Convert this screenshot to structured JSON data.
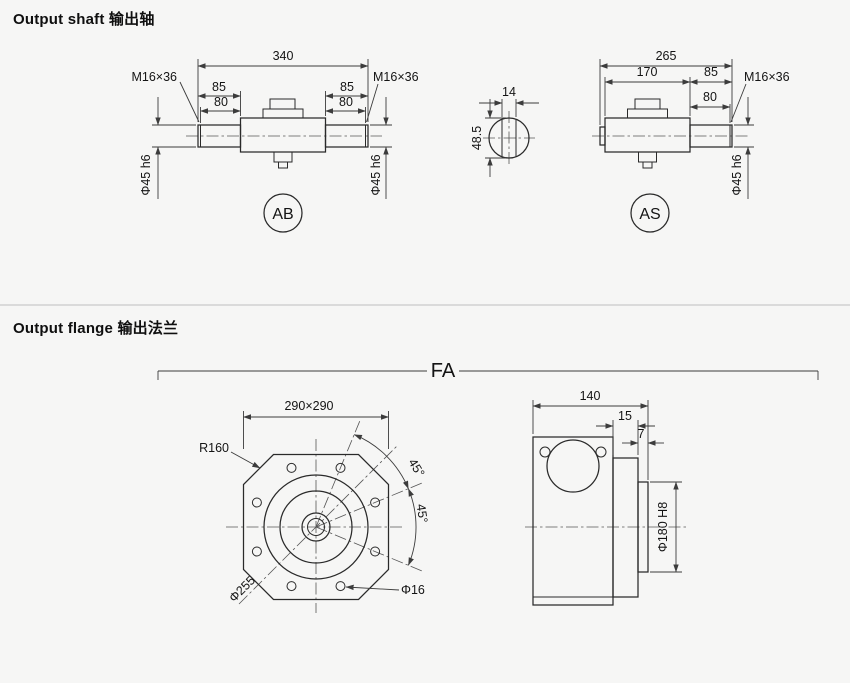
{
  "colors": {
    "background": "#f6f6f5",
    "line": "#2a2a2a"
  },
  "shaft_section": {
    "title": "Output shaft 输出轴",
    "ab": {
      "label": "AB",
      "overall": "340",
      "thread_left": "M16×36",
      "thread_right": "M16×36",
      "len_85_left": "85",
      "len_80_left": "80",
      "len_85_right": "85",
      "len_80_right": "80",
      "dia_left": "Φ45 h6",
      "dia_right": "Φ45 h6"
    },
    "key_section": {
      "key_width": "14",
      "shaft_key_height": "48.5"
    },
    "as": {
      "label": "AS",
      "overall": "265",
      "len_170": "170",
      "len_85": "85",
      "len_80": "80",
      "thread": "M16×36",
      "dia": "Φ45 h6"
    }
  },
  "flange_section": {
    "title": "Output flange 输出法兰",
    "fa_label": "FA",
    "front": {
      "square": "290×290",
      "corner_radius": "R160",
      "angle_upper": "45°",
      "angle_lower": "45°",
      "bolt_circle": "Φ255",
      "bolt_hole": "Φ16"
    },
    "side": {
      "depth": "140",
      "flange_thickness": "15",
      "pilot_depth": "7",
      "pilot_bore": "Φ180 H8"
    }
  }
}
